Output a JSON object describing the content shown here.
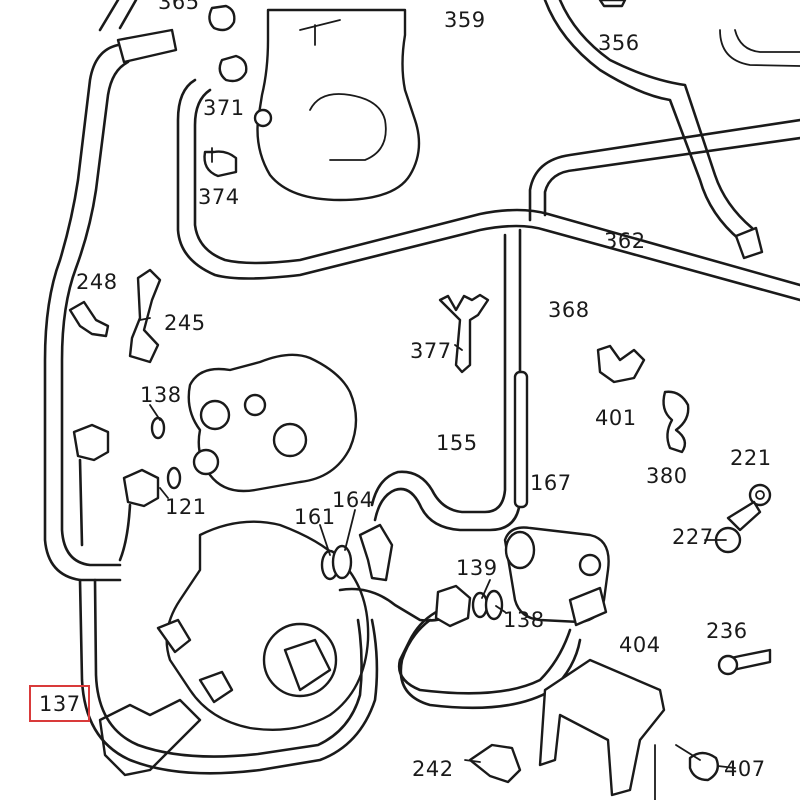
{
  "diagram": {
    "callouts": [
      {
        "id": "c365",
        "text": "365"
      },
      {
        "id": "c359",
        "text": "359"
      },
      {
        "id": "c356",
        "text": "356"
      },
      {
        "id": "c371",
        "text": "371"
      },
      {
        "id": "c374",
        "text": "374"
      },
      {
        "id": "c362",
        "text": "362"
      },
      {
        "id": "c248",
        "text": "248"
      },
      {
        "id": "c245",
        "text": "245"
      },
      {
        "id": "c368",
        "text": "368"
      },
      {
        "id": "c377",
        "text": "377"
      },
      {
        "id": "c138a",
        "text": "138"
      },
      {
        "id": "c401",
        "text": "401"
      },
      {
        "id": "c155",
        "text": "155"
      },
      {
        "id": "c380",
        "text": "380"
      },
      {
        "id": "c221",
        "text": "221"
      },
      {
        "id": "c121",
        "text": "121"
      },
      {
        "id": "c167",
        "text": "167"
      },
      {
        "id": "c164",
        "text": "164"
      },
      {
        "id": "c161",
        "text": "161"
      },
      {
        "id": "c227",
        "text": "227"
      },
      {
        "id": "c139",
        "text": "139"
      },
      {
        "id": "c138b",
        "text": "138"
      },
      {
        "id": "c404",
        "text": "404"
      },
      {
        "id": "c236",
        "text": "236"
      },
      {
        "id": "c137",
        "text": "137"
      },
      {
        "id": "c242",
        "text": "242"
      },
      {
        "id": "c407",
        "text": "407"
      }
    ],
    "highlight_color": "#d93a3a"
  }
}
